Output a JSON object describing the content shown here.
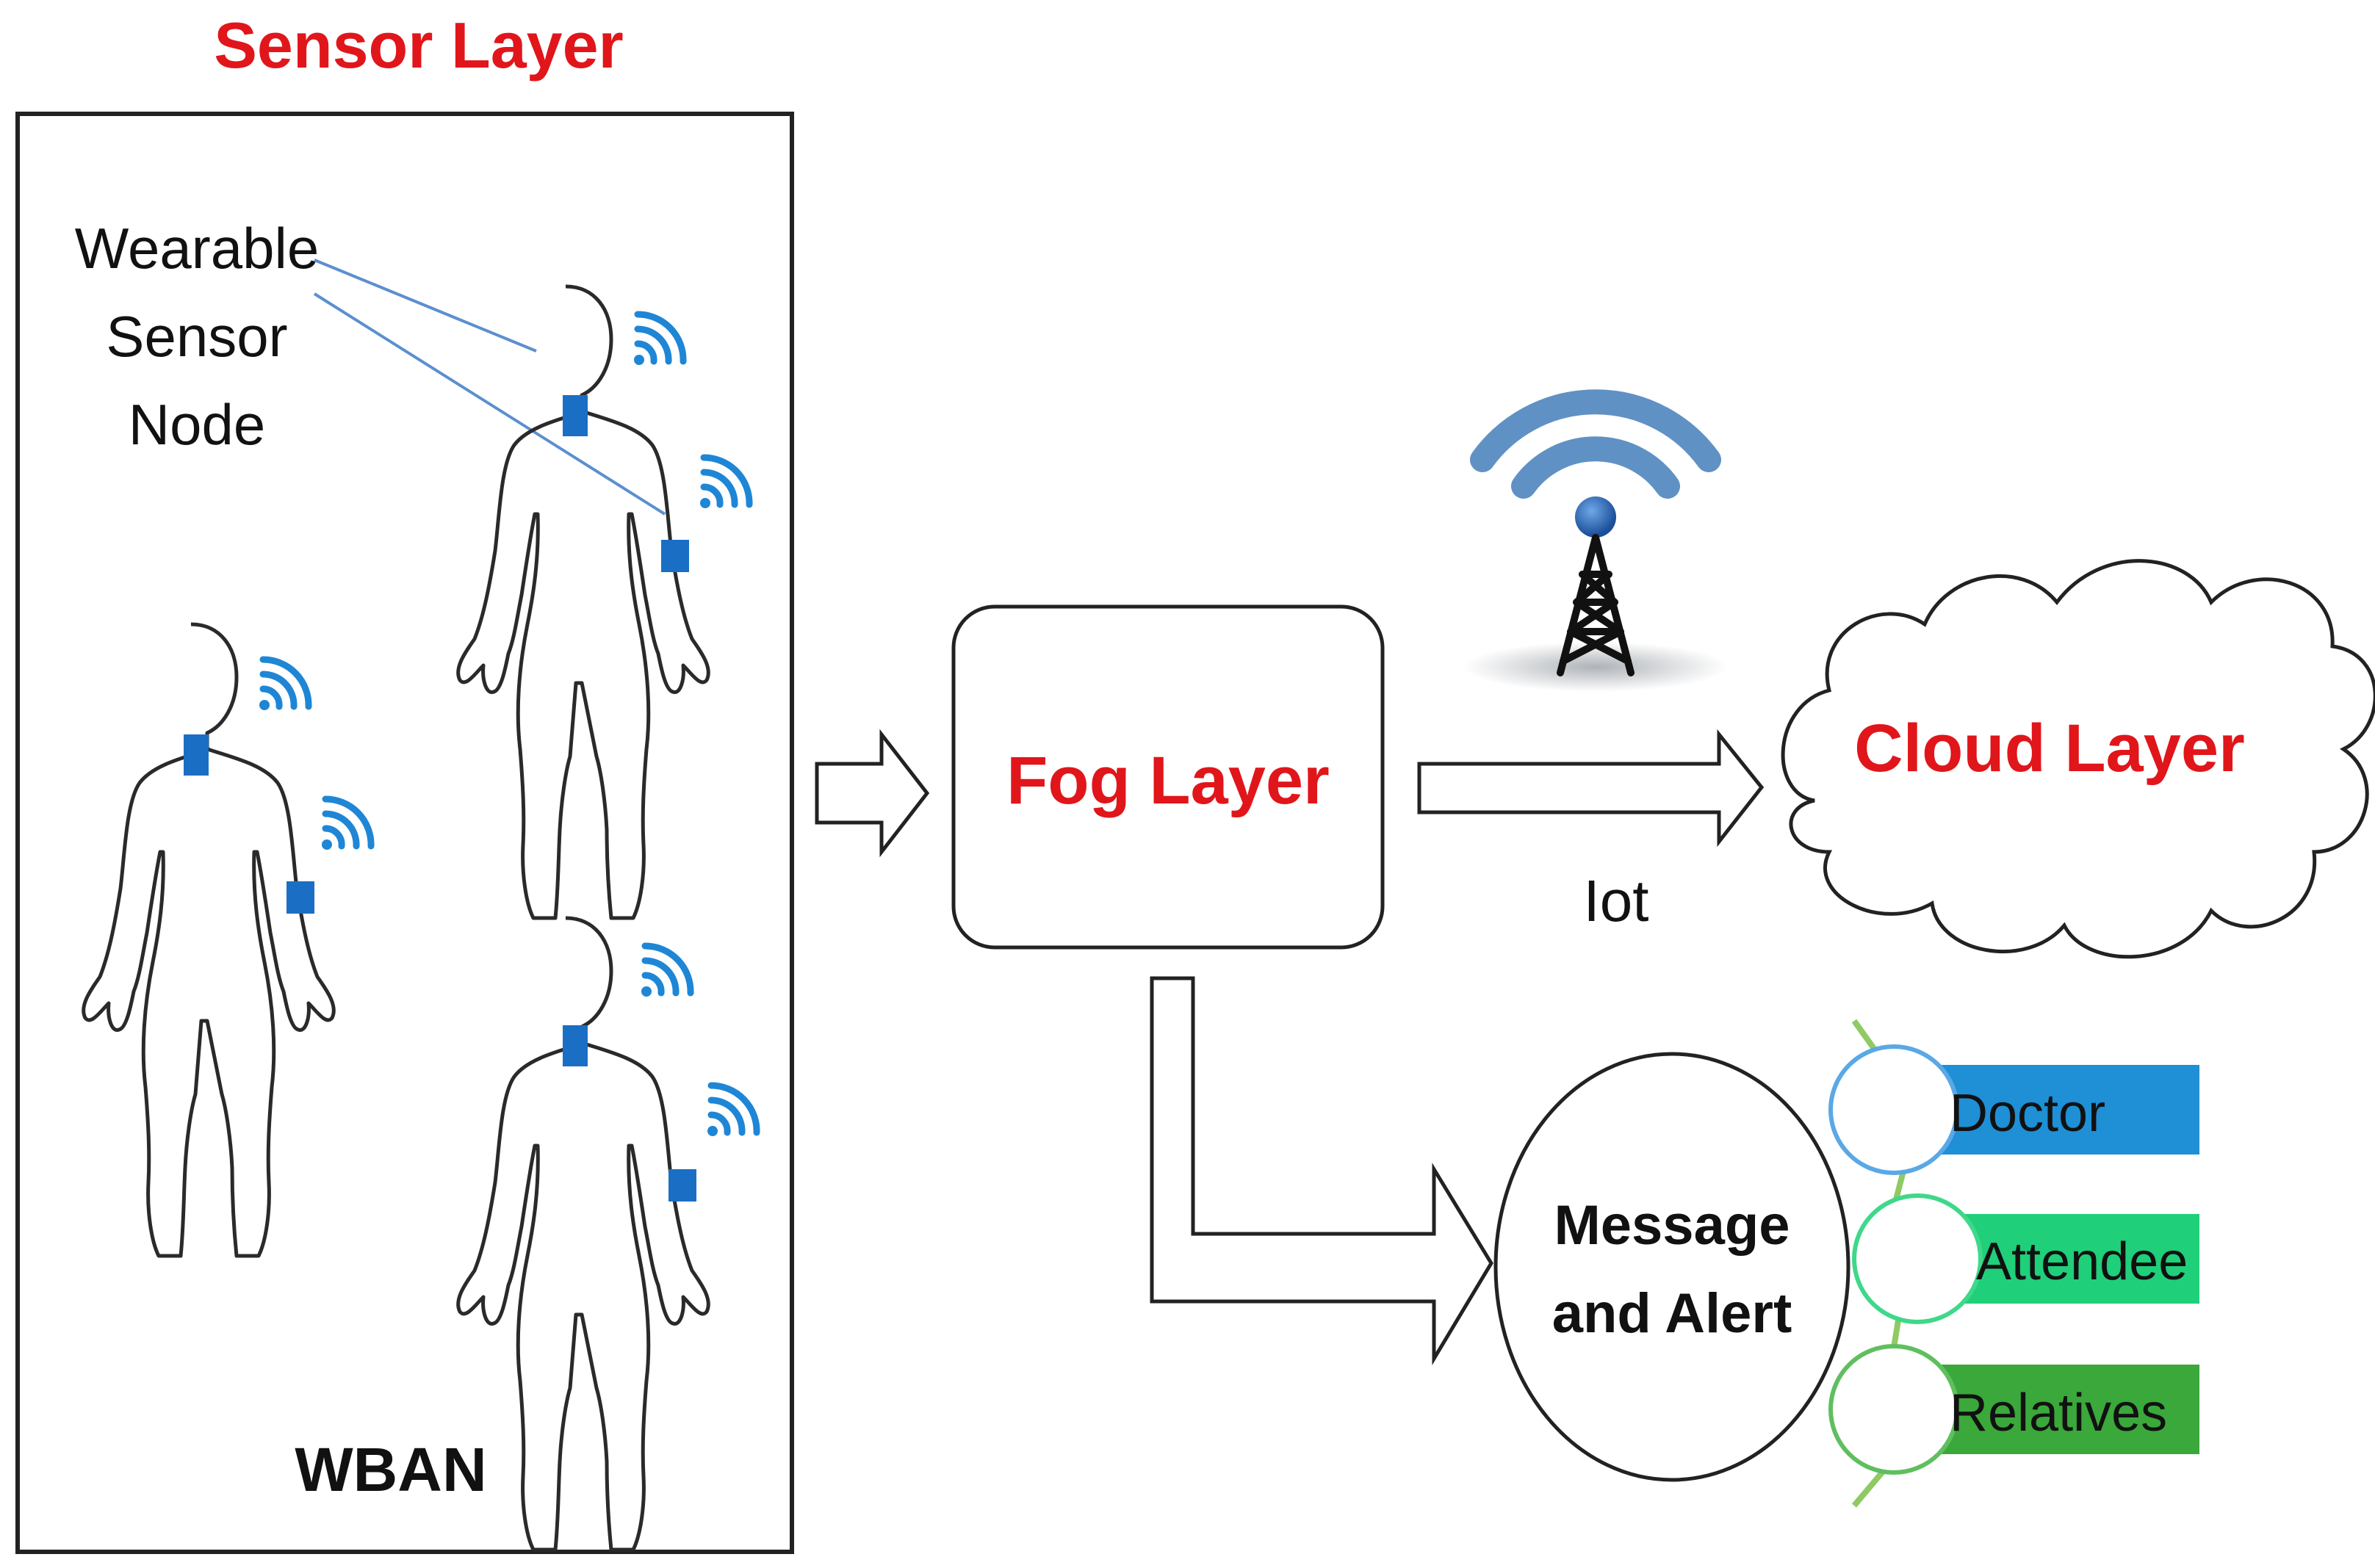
{
  "sensor_layer": {
    "title": "Sensor Layer",
    "wearable_label": [
      "Wearable",
      "Sensor",
      "Node"
    ],
    "network_label": "WBAN"
  },
  "fog_layer": {
    "label": "Fog Layer"
  },
  "cloud_layer": {
    "label": "Cloud Layer"
  },
  "link_label": "Iot",
  "message": {
    "label": [
      "Message",
      "and Alert"
    ]
  },
  "recipients": [
    {
      "label": "Doctor",
      "color": "#1f8fd6"
    },
    {
      "label": "Attendee",
      "color": "#1fcf7a"
    },
    {
      "label": "Relatives",
      "color": "#3aa83a"
    }
  ],
  "colors": {
    "title_red": "#e0161b",
    "sensor_blue": "#1a6fc4",
    "signal_blue": "#1f86d6",
    "tower_ring": "#2b6cb0"
  }
}
